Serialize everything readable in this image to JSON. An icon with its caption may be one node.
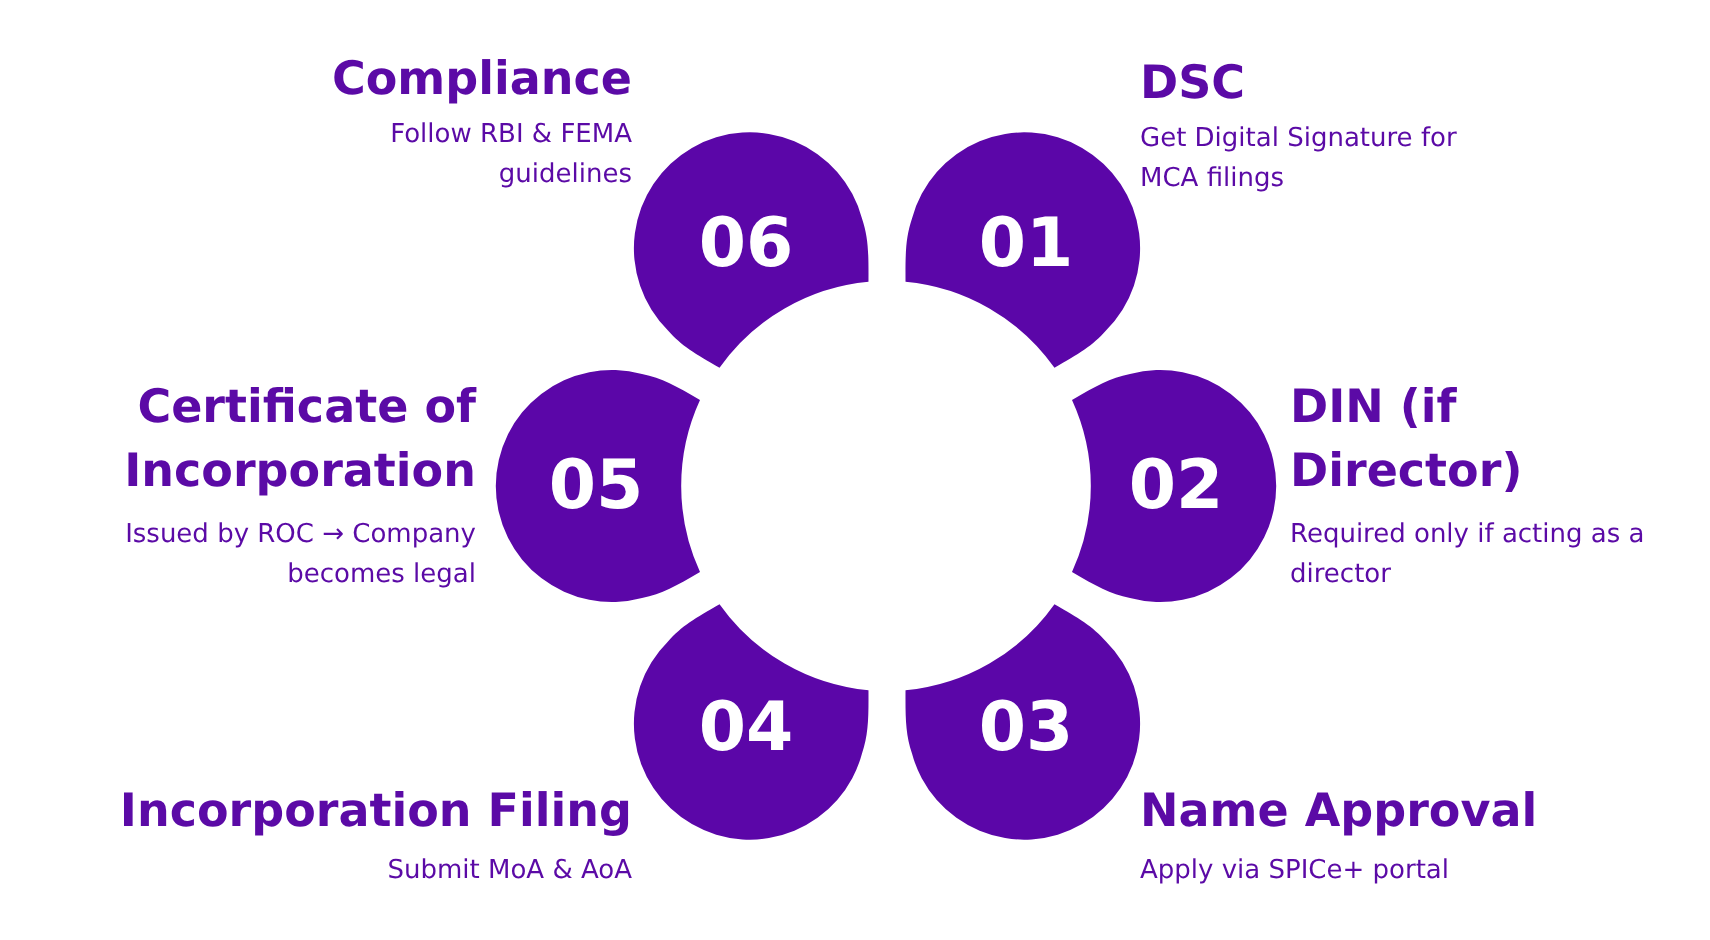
{
  "diagram": {
    "nodes": [
      {
        "text": [
          "01"
        ],
        "beside": [
          "DSC",
          "Get Digital Signature for MCA filings"
        ]
      },
      {
        "text": [
          "02"
        ],
        "beside": [
          "DIN (if Director)",
          "Required only if acting as a director"
        ]
      },
      {
        "text": [
          "03"
        ],
        "beside": [
          "Name Approval",
          "Apply via SPICe+ portal"
        ]
      },
      {
        "text": [
          "04"
        ],
        "beside": [
          "Incorporation Filing",
          "Submit MoA & AoA"
        ]
      },
      {
        "text": [
          "05"
        ],
        "beside": [
          "Certificate of Incorporation",
          "Issued by ROC → Company becomes legal"
        ]
      },
      {
        "text": [
          "06"
        ],
        "beside": [
          "Compliance",
          "Follow RBI & FEMA guidelines"
        ]
      }
    ],
    "edges": []
  }
}
